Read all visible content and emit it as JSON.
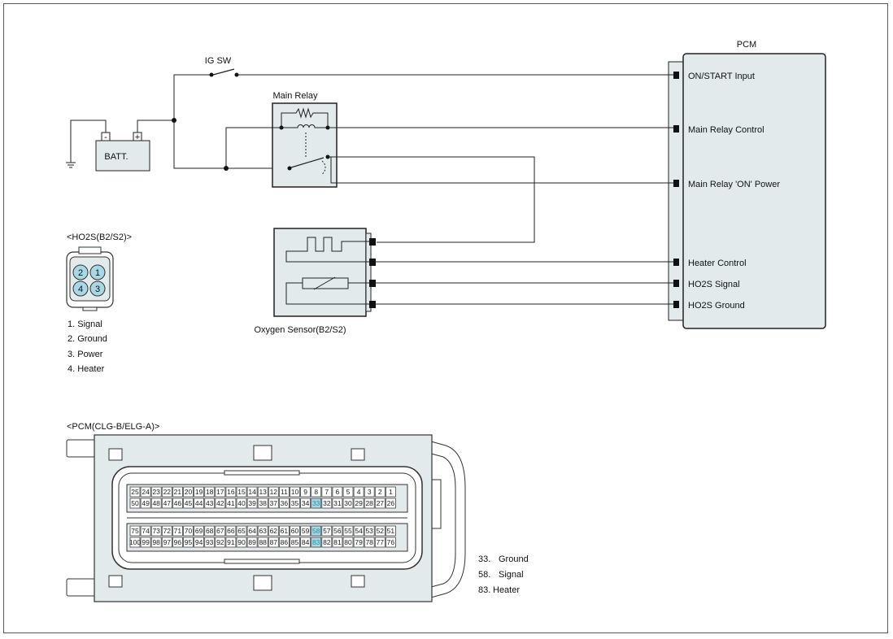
{
  "labels": {
    "pcm_title": "PCM",
    "ig_sw": "IG SW",
    "main_relay": "Main Relay",
    "batt": "BATT.",
    "batt_minus": "-",
    "batt_plus": "+",
    "oxygen_sensor": "Oxygen Sensor(B2/S2)",
    "ho2s_connector_title": "<HO2S(B2/S2)>",
    "pcm_connector_title": "<PCM(CLG-B/ELG-A)>"
  },
  "pcm_pins": [
    "ON/START Input",
    "Main Relay Control",
    "Main Relay 'ON' Power",
    "Heater Control",
    "HO2S Signal",
    "HO2S Ground"
  ],
  "ho2s_connector": {
    "cavities": [
      "2",
      "1",
      "4",
      "3"
    ],
    "legend": [
      "1.  Signal",
      "2.  Ground",
      "3. Power",
      "4. Heater"
    ]
  },
  "pcm_connector": {
    "row1": [
      "25",
      "24",
      "23",
      "22",
      "21",
      "20",
      "19",
      "18",
      "17",
      "16",
      "15",
      "14",
      "13",
      "12",
      "11",
      "10",
      "9",
      "8",
      "7",
      "6",
      "5",
      "4",
      "3",
      "2",
      "1"
    ],
    "row2": [
      "50",
      "49",
      "48",
      "47",
      "46",
      "45",
      "44",
      "43",
      "42",
      "41",
      "40",
      "39",
      "38",
      "37",
      "36",
      "35",
      "34",
      "33",
      "32",
      "31",
      "30",
      "29",
      "28",
      "27",
      "26"
    ],
    "row3": [
      "75",
      "74",
      "73",
      "72",
      "71",
      "70",
      "69",
      "68",
      "67",
      "66",
      "65",
      "64",
      "63",
      "62",
      "61",
      "60",
      "59",
      "58",
      "57",
      "56",
      "55",
      "54",
      "53",
      "52",
      "51"
    ],
    "row4": [
      "100",
      "99",
      "98",
      "97",
      "96",
      "95",
      "94",
      "93",
      "92",
      "91",
      "90",
      "89",
      "88",
      "87",
      "86",
      "85",
      "84",
      "83",
      "82",
      "81",
      "80",
      "79",
      "78",
      "77",
      "76"
    ],
    "highlighted": [
      "33",
      "58",
      "83"
    ],
    "legend": [
      {
        "num": "33.",
        "name": "Ground"
      },
      {
        "num": "58.",
        "name": "Signal"
      },
      {
        "num": "83.",
        "name": "Heater"
      }
    ]
  },
  "colors": {
    "component_fill": "#e2eaec",
    "pin_highlight": "#a8d8e6",
    "wire": "#111111"
  }
}
